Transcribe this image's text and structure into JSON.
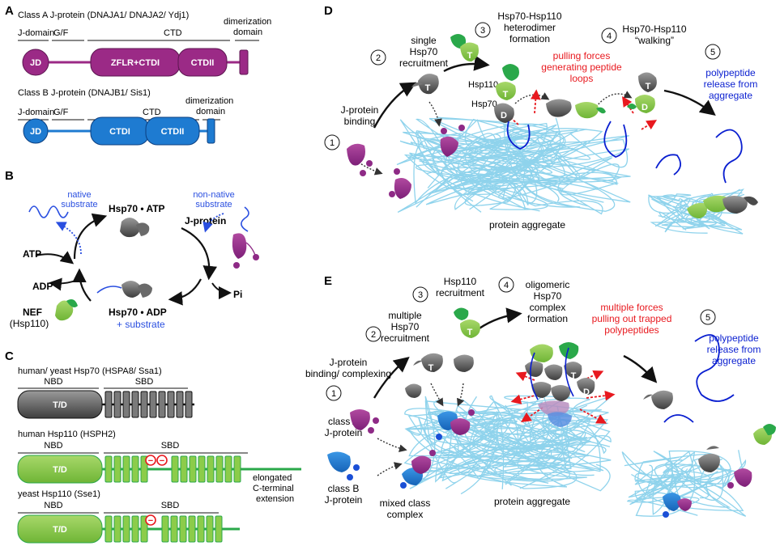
{
  "panels": {
    "A": {
      "letter": "A",
      "class_a_title": "Class A J-protein (DNAJA1/ DNAJA2/ Ydj1)",
      "class_b_title": "Class B J-protein (DNAJB1/ Sis1)",
      "jdomain": "J-domain",
      "gf": "G/F",
      "ctd": "CTD",
      "dimer_line1": "dimerization",
      "dimer_line2": "domain",
      "jd": "JD",
      "zflr": "ZFLR+CTDI",
      "ctdii": "CTDII",
      "ctdi": "CTDI",
      "color_a": "#9b2a86",
      "color_b": "#1e7bd1"
    },
    "B": {
      "letter": "B",
      "native_line1": "native",
      "native_line2": "substrate",
      "nonnative_line1": "non-native",
      "nonnative_line2": "substrate",
      "hsp70_atp": "Hsp70 • ATP",
      "jprotein": "J-protein",
      "atp": "ATP",
      "adp": "ADP",
      "pi": "Pi",
      "nef": "NEF",
      "nef_sub": "(Hsp110)",
      "hsp70_adp": "Hsp70 • ADP",
      "plus_substrate": "+ substrate"
    },
    "C": {
      "letter": "C",
      "hsp70_title": "human/ yeast Hsp70 (HSPA8/ Ssa1)",
      "hsp110_title": "human Hsp110 (HSPH2)",
      "sse1_title": "yeast Hsp110 (Sse1)",
      "nbd": "NBD",
      "sbd": "SBD",
      "td": "T/D",
      "ext_line1": "elongated",
      "ext_line2": "C-terminal",
      "ext_line3": "extension",
      "minus": "−"
    },
    "D": {
      "letter": "D",
      "step1": "1",
      "step2": "2",
      "step3": "3",
      "step4": "4",
      "step5": "5",
      "jbinding_line1": "J-protein",
      "jbinding_line2": "binding",
      "single_line1": "single",
      "single_line2": "Hsp70",
      "single_line3": "recruitment",
      "hetero_line1": "Hsp70-Hsp110",
      "hetero_line2": "heterodimer",
      "hetero_line3": "formation",
      "walking_line1": "Hsp70-Hsp110",
      "walking_line2": "“walking”",
      "pulling_line1": "pulling forces",
      "pulling_line2": "generating peptide",
      "pulling_line3": "loops",
      "release_line1": "polypeptide",
      "release_line2": "release from",
      "release_line3": "aggregate",
      "hsp110": "Hsp110",
      "hsp70": "Hsp70",
      "t": "T",
      "d": "D",
      "aggregate": "protein aggregate"
    },
    "E": {
      "letter": "E",
      "step1": "1",
      "step2": "2",
      "step3": "3",
      "step4": "4",
      "step5": "5",
      "jbinding_line1": "J-protein",
      "jbinding_line2": "binding/ complexing",
      "multiple_line1": "multiple",
      "multiple_line2": "Hsp70",
      "multiple_line3": "recruitment",
      "hsp110rec_line1": "Hsp110",
      "hsp110rec_line2": "recruitment",
      "oligo_line1": "oligomeric",
      "oligo_line2": "Hsp70",
      "oligo_line3": "complex",
      "oligo_line4": "formation",
      "forces_line1": "multiple forces",
      "forces_line2": "pulling out trapped",
      "forces_line3": "polypeptides",
      "release_line1": "polypeptide",
      "release_line2": "release from",
      "release_line3": "aggregate",
      "classA_line1": "class A",
      "classA_line2": "J-protein",
      "classB_line1": "class B",
      "classB_line2": "J-protein",
      "mixed_line1": "mixed class",
      "mixed_line2": "complex",
      "aggregate": "protein aggregate",
      "t": "T",
      "d": "D"
    }
  },
  "colors": {
    "purple": "#8e2a86",
    "blue": "#1a4fd6",
    "dark_blue": "#0a1fd0",
    "light_blue": "#8fd3ec",
    "green": "#7cc242",
    "green_dark": "#2aa84a",
    "grey": "#555555",
    "red": "#e8191f"
  }
}
